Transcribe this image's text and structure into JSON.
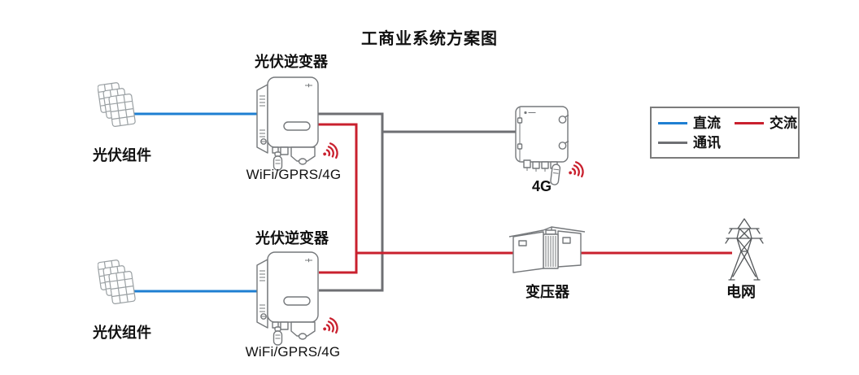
{
  "title": "工商业系统方案图",
  "colors": {
    "dc": "#1E7FD2",
    "ac": "#C9202E",
    "comm": "#6E6F73",
    "device": "#75787B",
    "outline": "#9AA0A3",
    "tower": "#55585B",
    "text": "#111111"
  },
  "legend": {
    "items": [
      {
        "label": "直流",
        "color_key": "dc"
      },
      {
        "label": "交流",
        "color_key": "ac"
      },
      {
        "label": "通讯",
        "color_key": "comm"
      }
    ]
  },
  "nodes": {
    "pv_top": {
      "label": "光伏组件"
    },
    "pv_bottom": {
      "label": "光伏组件"
    },
    "inverter_top": {
      "label": "光伏逆变器",
      "sublabel": "WiFi/GPRS/4G"
    },
    "inverter_bottom": {
      "label": "光伏逆变器",
      "sublabel": "WiFi/GPRS/4G"
    },
    "datalogger_4g": {
      "label": "4G"
    },
    "transformer": {
      "label": "变压器"
    },
    "power_grid": {
      "label": "电网"
    }
  }
}
